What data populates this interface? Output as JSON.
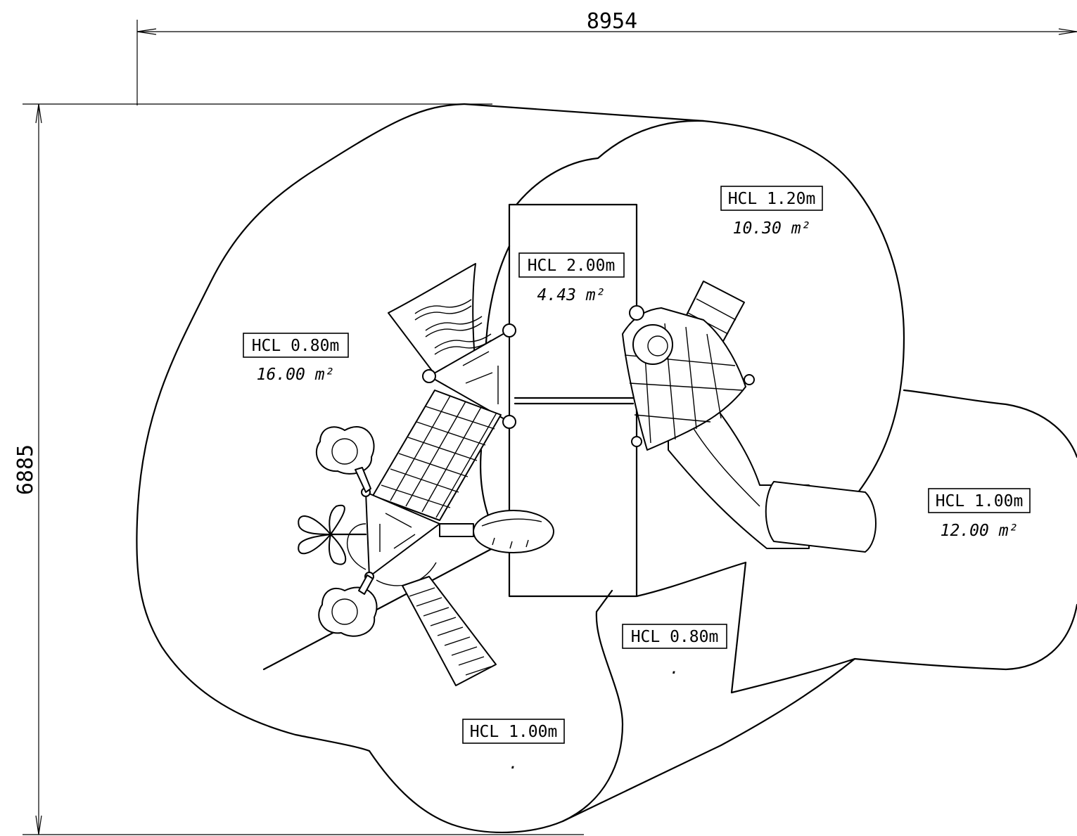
{
  "dimensions": {
    "width": "8954",
    "height": "6885"
  },
  "zones": [
    {
      "id": "upper-left",
      "hcl": "HCL 0.80m",
      "area": "16.00 m²"
    },
    {
      "id": "center-deck",
      "hcl": "HCL 2.00m",
      "area": "4.43 m²"
    },
    {
      "id": "upper-right",
      "hcl": "HCL 1.20m",
      "area": "10.30 m²"
    },
    {
      "id": "right",
      "hcl": "HCL 1.00m",
      "area": "12.00 m²"
    },
    {
      "id": "lower-middle",
      "hcl": "HCL 0.80m",
      "area": "."
    },
    {
      "id": "bottom",
      "hcl": "HCL 1.00m",
      "area": "."
    }
  ]
}
